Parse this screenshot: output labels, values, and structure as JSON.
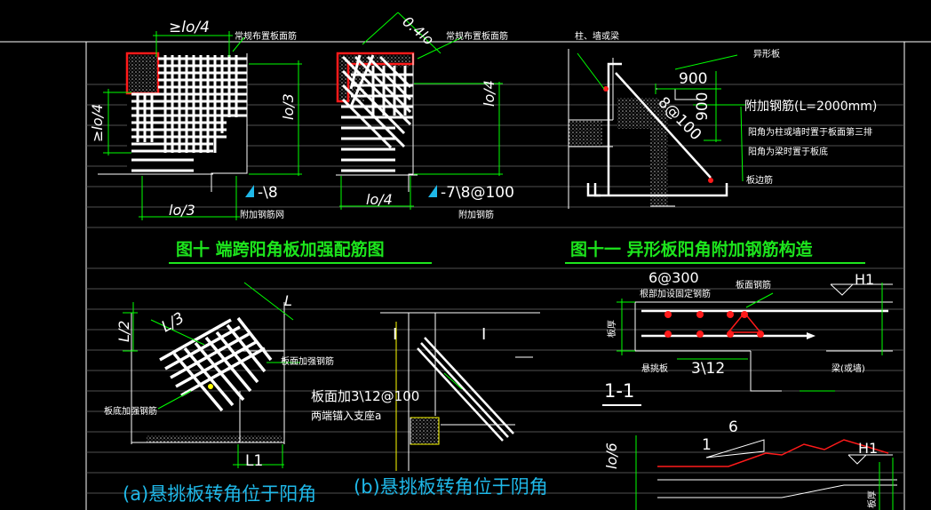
{
  "drawing": {
    "colors": {
      "background": "#000000",
      "lines": "#ffffff",
      "dim": "#00ff00",
      "hatch": "#b0b0b0",
      "accent_red": "#ff1a1a",
      "title_green": "#1de51d",
      "caption_cyan": "#1fb8e8",
      "marker_cyan": "#1fb8e8",
      "yellow": "#ffff00"
    },
    "fig10": {
      "title": "图十 端跨阳角板加强配筋图",
      "left": {
        "dim_top": "≥lo/4",
        "dim_left": "≥lo/4",
        "dim_right": "lo/3",
        "dim_bottom": "lo/3",
        "note_top": "常规布置板面筋",
        "marker": "-\\8",
        "note_bottom": "附加钢筋网"
      },
      "right": {
        "dim_top": "0.4lo",
        "dim_right": "lo/4",
        "dim_bottom": "lo/4",
        "note_top": "常规布置板面筋",
        "marker": "-7\\8@100",
        "note_bottom": "附加钢筋"
      }
    },
    "fig11": {
      "title": "图十一 异形板阳角附加钢筋构造",
      "note_column": "柱、墙或梁",
      "note_slab": "异形板",
      "dim_900_h": "900",
      "dim_900_v": "900",
      "rebar_spec": "8@100",
      "note_extra": "附加钢筋(L=2000mm)",
      "note_line2": "阳角为柱或墙时置于板面第三排",
      "note_line3": "阳角为梁时置于板底",
      "note_edge": "板边筋"
    },
    "fig_a": {
      "dim_top": "L",
      "dim_left": "L/2",
      "dim_diag": "L/3",
      "note_top": "板面加强钢筋",
      "note_bottom": "板底加强钢筋",
      "dim_bottom": "L1",
      "caption": "(a)悬挑板转角位于阳角"
    },
    "fig_b": {
      "beam_left": "I",
      "beam_right": "I",
      "note_line1": "板面加3\\12@100",
      "note_line2": "两端锚入支座a",
      "caption": "(b)悬挑板转角位于阴角"
    },
    "section": {
      "spec_top": "6@300",
      "note_fix": "根部加设固定钢筋",
      "note_top": "板面钢筋",
      "label_h1": "H1",
      "label_thick": "板厚",
      "label_slab": "悬挑板",
      "spec_bottom": "3\\12",
      "label_beam": "梁(或墙)",
      "title": "1-1",
      "slope_top": "6",
      "slope_left": "1",
      "label_h1_lower": "H1",
      "dim_left_lower": "lo/6",
      "label_thick_lower": "板厚"
    }
  }
}
